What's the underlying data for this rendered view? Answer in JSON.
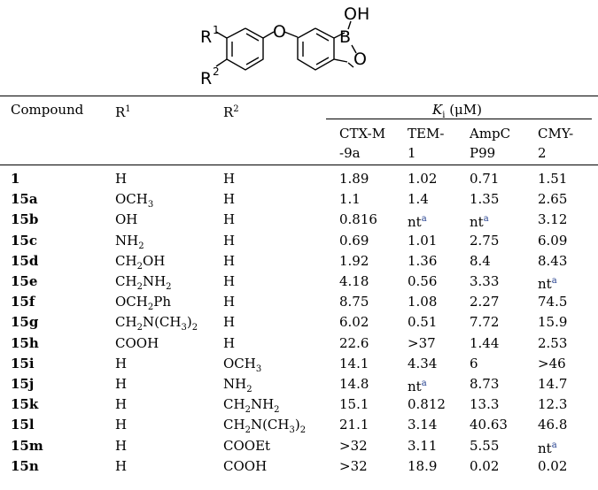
{
  "structure": {
    "atoms": {
      "r1": "R",
      "r1_sup": "1",
      "r2": "R",
      "r2_sup": "2",
      "o_link": "O",
      "oh": "OH",
      "b": "B",
      "o_ring": "O"
    }
  },
  "table": {
    "headers": {
      "compound": "Compound",
      "r1": "R",
      "r1_sup": "1",
      "r2": "R",
      "r2_sup": "2",
      "ki": "K",
      "ki_sub": "i",
      "ki_unit": " (μM)",
      "enzymes": [
        "CTX-M-9a",
        "TEM-1",
        "AmpC P99",
        "CMY-2"
      ]
    },
    "footnote_marker": "a",
    "rows": [
      {
        "compound": "1",
        "r1": [
          [
            "H",
            ""
          ]
        ],
        "r2": [
          [
            "H",
            ""
          ]
        ],
        "ctx": "1.89",
        "tem": "1.02",
        "ampc": "0.71",
        "cmy": "1.51"
      },
      {
        "compound": "15a",
        "r1": [
          [
            "OCH",
            ""
          ],
          [
            "3",
            "sub"
          ]
        ],
        "r2": [
          [
            "H",
            ""
          ]
        ],
        "ctx": "1.1",
        "tem": "1.4",
        "ampc": "1.35",
        "cmy": "2.65"
      },
      {
        "compound": "15b",
        "r1": [
          [
            "OH",
            ""
          ]
        ],
        "r2": [
          [
            "H",
            ""
          ]
        ],
        "ctx": "0.816",
        "tem": "nt",
        "ampc": "nt",
        "cmy": "3.12"
      },
      {
        "compound": "15c",
        "r1": [
          [
            "NH",
            ""
          ],
          [
            "2",
            "sub"
          ]
        ],
        "r2": [
          [
            "H",
            ""
          ]
        ],
        "ctx": "0.69",
        "tem": "1.01",
        "ampc": "2.75",
        "cmy": "6.09"
      },
      {
        "compound": "15d",
        "r1": [
          [
            "CH",
            ""
          ],
          [
            "2",
            "sub"
          ],
          [
            "OH",
            ""
          ]
        ],
        "r2": [
          [
            "H",
            ""
          ]
        ],
        "ctx": "1.92",
        "tem": "1.36",
        "ampc": "8.4",
        "cmy": "8.43"
      },
      {
        "compound": "15e",
        "r1": [
          [
            "CH",
            ""
          ],
          [
            "2",
            "sub"
          ],
          [
            "NH",
            ""
          ],
          [
            "2",
            "sub"
          ]
        ],
        "r2": [
          [
            "H",
            ""
          ]
        ],
        "ctx": "4.18",
        "tem": "0.56",
        "ampc": "3.33",
        "cmy": "nt"
      },
      {
        "compound": "15f",
        "r1": [
          [
            "OCH",
            ""
          ],
          [
            "2",
            "sub"
          ],
          [
            "Ph",
            ""
          ]
        ],
        "r2": [
          [
            "H",
            ""
          ]
        ],
        "ctx": "8.75",
        "tem": "1.08",
        "ampc": "2.27",
        "cmy": "74.5"
      },
      {
        "compound": "15g",
        "r1": [
          [
            "CH",
            ""
          ],
          [
            "2",
            "sub"
          ],
          [
            "N(CH",
            ""
          ],
          [
            "3",
            "sub"
          ],
          [
            ")",
            ""
          ],
          [
            "2",
            "sub"
          ]
        ],
        "r2": [
          [
            "H",
            ""
          ]
        ],
        "ctx": "6.02",
        "tem": "0.51",
        "ampc": "7.72",
        "cmy": "15.9"
      },
      {
        "compound": "15h",
        "r1": [
          [
            "COOH",
            ""
          ]
        ],
        "r2": [
          [
            "H",
            ""
          ]
        ],
        "ctx": "22.6",
        "tem": ">37",
        "ampc": "1.44",
        "cmy": "2.53"
      },
      {
        "compound": "15i",
        "r1": [
          [
            "H",
            ""
          ]
        ],
        "r2": [
          [
            "OCH",
            ""
          ],
          [
            "3",
            "sub"
          ]
        ],
        "ctx": "14.1",
        "tem": "4.34",
        "ampc": "6",
        "cmy": ">46"
      },
      {
        "compound": "15j",
        "r1": [
          [
            "H",
            ""
          ]
        ],
        "r2": [
          [
            "NH",
            ""
          ],
          [
            "2",
            "sub"
          ]
        ],
        "ctx": "14.8",
        "tem": "nt",
        "ampc": "8.73",
        "cmy": "14.7"
      },
      {
        "compound": "15k",
        "r1": [
          [
            "H",
            ""
          ]
        ],
        "r2": [
          [
            "CH",
            ""
          ],
          [
            "2",
            "sub"
          ],
          [
            "NH",
            ""
          ],
          [
            "2",
            "sub"
          ]
        ],
        "ctx": "15.1",
        "tem": "0.812",
        "ampc": "13.3",
        "cmy": "12.3"
      },
      {
        "compound": "15l",
        "r1": [
          [
            "H",
            ""
          ]
        ],
        "r2": [
          [
            "CH",
            ""
          ],
          [
            "2",
            "sub"
          ],
          [
            "N(CH",
            ""
          ],
          [
            "3",
            "sub"
          ],
          [
            ")",
            ""
          ],
          [
            "2",
            "sub"
          ]
        ],
        "ctx": "21.1",
        "tem": "3.14",
        "ampc": "40.63",
        "cmy": "46.8"
      },
      {
        "compound": "15m",
        "r1": [
          [
            "H",
            ""
          ]
        ],
        "r2": [
          [
            "COOEt",
            ""
          ]
        ],
        "ctx": ">32",
        "tem": "3.11",
        "ampc": "5.55",
        "cmy": "nt"
      },
      {
        "compound": "15n",
        "r1": [
          [
            "H",
            ""
          ]
        ],
        "r2": [
          [
            "COOH",
            ""
          ]
        ],
        "ctx": ">32",
        "tem": "18.9",
        "ampc": "0.02",
        "cmy": "0.02"
      }
    ]
  }
}
